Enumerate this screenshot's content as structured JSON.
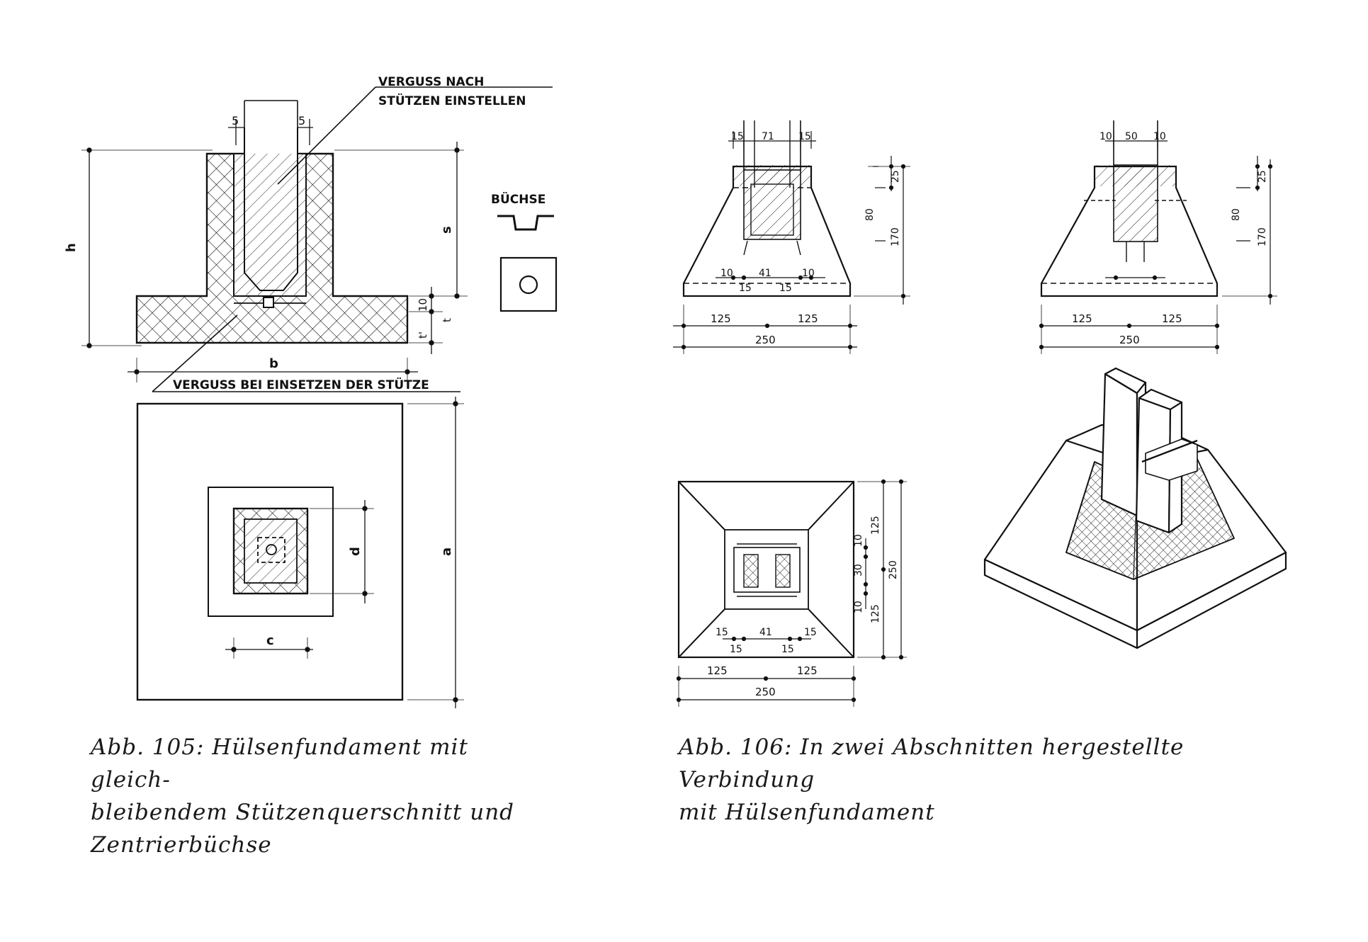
{
  "fig105": {
    "label_top_line1": "VERGUSS NACH",
    "label_top_line2": "STÜTZEN EINSTELLEN",
    "label_bottom": "VERGUSS BEI EINSETZEN DER STÜTZE",
    "label_buechse": "BÜCHSE",
    "dim_5a": "5",
    "dim_5b": "5",
    "dim_h": "h",
    "dim_s": "s",
    "dim_10": "10",
    "dim_t": "t",
    "dim_t_prime": "t'",
    "dim_b": "b",
    "dim_a": "a",
    "dim_c": "c",
    "dim_d": "d",
    "caption_line1": "Abb. 105: Hülsenfundament mit gleich-",
    "caption_line2": "bleibendem Stützenquerschnitt und",
    "caption_line3": "Zentrierbüchse"
  },
  "fig106": {
    "sec1_top": [
      "15",
      "71",
      "15"
    ],
    "sec1_bottom1": [
      "10",
      "41",
      "10"
    ],
    "sec1_bottom2": [
      "15",
      "15"
    ],
    "sec1_right": [
      "25",
      "80",
      "170"
    ],
    "sec1_half": [
      "125",
      "125"
    ],
    "sec1_total": "250",
    "sec2_top": [
      "10",
      "50",
      "10"
    ],
    "sec2_right": [
      "25",
      "80",
      "170"
    ],
    "sec2_half": [
      "125",
      "125"
    ],
    "sec2_total": "250",
    "plan_right_inner": [
      "10",
      "30",
      "10"
    ],
    "plan_right_outer": [
      "125",
      "125"
    ],
    "plan_right_total": "250",
    "plan_bottom1": [
      "15",
      "41",
      "15"
    ],
    "plan_bottom2": [
      "15",
      "15"
    ],
    "plan_half": [
      "125",
      "125"
    ],
    "plan_total": "250",
    "caption_line1": "Abb. 106: In zwei Abschnitten hergestellte Verbindung",
    "caption_line2": "mit Hülsenfundament"
  }
}
